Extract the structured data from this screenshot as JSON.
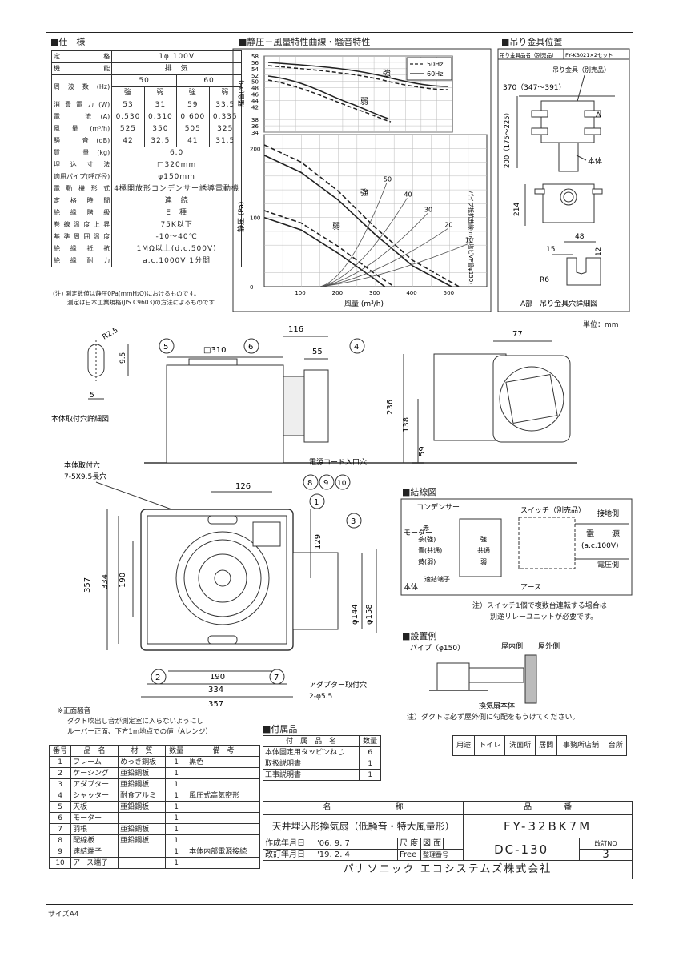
{
  "sections": {
    "spec": "■仕　様",
    "chart": "■静圧－風量特性曲線・騒音特性",
    "hanger": "■吊り金具位置",
    "wiring": "■結線図",
    "install": "■設置例",
    "accessories": "■付属品"
  },
  "spec_rows": [
    {
      "label": "定　　　格",
      "value": "1φ 100V"
    },
    {
      "label": "機　　　能",
      "value": "排　気"
    }
  ],
  "spec_freq": {
    "label": "周波数(Hz)",
    "f50": "50",
    "f60": "60"
  },
  "spec_speed": {
    "strong": "強",
    "weak": "弱"
  },
  "spec_multi": [
    {
      "label": "消費電力(W)",
      "v": [
        "53",
        "31",
        "59",
        "33.5"
      ]
    },
    {
      "label": "電　流(A)",
      "v": [
        "0.530",
        "0.310",
        "0.600",
        "0.335"
      ]
    },
    {
      "label": "風量(m³/h)",
      "v": [
        "525",
        "350",
        "505",
        "325"
      ]
    },
    {
      "label": "騒　音(dB)",
      "v": [
        "42",
        "32.5",
        "41",
        "31.5"
      ]
    }
  ],
  "spec_rows2": [
    {
      "label": "質　量(kg)",
      "value": "6.0"
    },
    {
      "label": "埋 込 寸 法",
      "value": "□320mm"
    },
    {
      "label": "適用パイプ(呼び径)",
      "value": "φ150mm"
    },
    {
      "label": "電動機形式",
      "value": "4極開放形コンデンサー誘導電動機"
    },
    {
      "label": "定格時間",
      "value": "連　続"
    },
    {
      "label": "絶縁階級",
      "value": "E　種"
    },
    {
      "label": "巻線温度上昇",
      "value": "75K以下"
    },
    {
      "label": "基準周囲温度",
      "value": "-10～40℃"
    },
    {
      "label": "絶縁抵抗",
      "value": "1MΩ以上(d.c.500V)"
    },
    {
      "label": "絶縁耐力",
      "value": "a.c.1000V 1分間"
    }
  ],
  "spec_note1": "(注) 測定数値は静圧0Pa(mmH₂O)におけるものです。",
  "spec_note2": "測定は日本工業規格(JIS C9603)の方法によるものです",
  "chart_data": {
    "type": "line",
    "title": "",
    "xlabel": "風量 (m³/h)",
    "ylabel": "静圧 (Pa)",
    "xlim": [
      0,
      600
    ],
    "ylim": [
      0,
      220
    ],
    "x_ticks": [
      "100",
      "200",
      "300",
      "400",
      "500"
    ],
    "y_ticks": [
      "0",
      "100",
      "200"
    ],
    "legend": [
      "50Hz",
      "60Hz"
    ],
    "series": [
      {
        "name": "50Hz",
        "label": "強",
        "x": [
          0,
          100,
          200,
          300,
          400,
          525
        ],
        "y": [
          205,
          180,
          138,
          85,
          38,
          0
        ]
      },
      {
        "name": "60Hz",
        "label": "強",
        "x": [
          0,
          100,
          200,
          300,
          400,
          505
        ],
        "y": [
          190,
          165,
          125,
          75,
          30,
          0
        ]
      },
      {
        "name": "50Hz",
        "label": "弱",
        "x": [
          0,
          100,
          200,
          300,
          350
        ],
        "y": [
          110,
          92,
          58,
          18,
          0
        ]
      },
      {
        "name": "60Hz",
        "label": "弱",
        "x": [
          0,
          100,
          200,
          300,
          325
        ],
        "y": [
          100,
          82,
          48,
          10,
          0
        ]
      }
    ],
    "noise": {
      "ylabel": "騒音(dB)",
      "y_ticks": [
        "34",
        "36",
        "38",
        "42",
        "44",
        "46",
        "48",
        "50",
        "52",
        "54",
        "56",
        "58"
      ],
      "strong_label": "強",
      "weak_label": "弱"
    },
    "pipe_label": "パイプ抵抗曲線(m) (塩ビVP管φ150)",
    "pipe_values": [
      "50",
      "40",
      "30",
      "20",
      "10"
    ]
  },
  "hanger": {
    "table_label": "吊り金具品名（別売品）",
    "table_value": "FY-KB021×2セット",
    "part_label": "吊り金具（別売品）",
    "dim1": "370（347～391）",
    "dim2": "200（175～225）",
    "body": "本体",
    "a_label": "A",
    "dim3": "214",
    "dim4": "48",
    "dim5": "15",
    "dim6": "12",
    "r6": "R6",
    "caption": "A部　吊り金具穴詳細図"
  },
  "unit": "単位：mm",
  "drawing": {
    "hole_caption": "本体取付穴詳細図",
    "r25": "R2.5",
    "d95": "9.5",
    "d5": "5",
    "d310": "□310",
    "d116": "116",
    "d55": "55",
    "d77": "77",
    "d236": "236",
    "d138": "138",
    "d59": "59",
    "hole_label1": "本体取付穴",
    "hole_label2": "7-5X9.5長穴",
    "cord": "電源コード入口穴",
    "d126": "126",
    "d129": "129",
    "d357": "357",
    "d334": "334",
    "d190": "190",
    "d144": "φ144",
    "d158": "φ158",
    "adapter1": "アダプター取付穴",
    "adapter2": "2-φ5.5",
    "callouts": [
      "5",
      "6",
      "4",
      "8",
      "9",
      "10",
      "1",
      "3",
      "2",
      "7"
    ]
  },
  "noise_note": [
    "※正面騒音",
    "ダクト吹出し音が測定室に入らないようにし",
    "ルーバー正面、下方1m地点での値（Aレンジ）"
  ],
  "wiring": {
    "condenser": "コンデンサー",
    "switch": "スイッチ（別売品）",
    "ground": "接地側",
    "power1": "電",
    "power2": "源",
    "power3": "(a.c.100V)",
    "voltage": "電圧側",
    "motor": "モーター",
    "red": "赤",
    "brown": "茶(強)",
    "blue": "青(共通)",
    "yellow": "黄(弱)",
    "strong": "強",
    "common": "共通",
    "weak": "弱",
    "body": "本体",
    "terminal": "速結端子",
    "earth": "アース",
    "note1": "注）スイッチ1個で複数台連転する場合は",
    "note2": "別途リレーユニットが必要です。"
  },
  "install": {
    "pipe": "パイプ（φ150）",
    "inside": "屋内側",
    "outside": "屋外側",
    "body": "換気扇本体",
    "note": "注）ダクトは必ず屋外側に勾配をもうけてください。"
  },
  "accessories": {
    "headers": [
      "付　属　品　名",
      "数量"
    ],
    "rows": [
      [
        "本体固定用タッピンねじ",
        "6"
      ],
      [
        "取扱説明書",
        "1"
      ],
      [
        "工事説明書",
        "1"
      ]
    ]
  },
  "usage": [
    "用途",
    "トイレ",
    "洗面所",
    "居間",
    "事務所店舗",
    "台所"
  ],
  "parts": {
    "headers": [
      "番号",
      "品　名",
      "材　質",
      "数量",
      "備　考"
    ],
    "rows": [
      [
        "1",
        "フレーム",
        "めっき鋼板",
        "1",
        "黒色"
      ],
      [
        "2",
        "ケーシング",
        "亜鉛鋼板",
        "1",
        ""
      ],
      [
        "3",
        "アダプター",
        "亜鉛鋼板",
        "1",
        ""
      ],
      [
        "4",
        "シャッター",
        "耐食アルミ",
        "1",
        "風圧式高気密形"
      ],
      [
        "5",
        "天板",
        "亜鉛鋼板",
        "1",
        ""
      ],
      [
        "6",
        "モーター",
        "",
        "1",
        ""
      ],
      [
        "7",
        "羽根",
        "亜鉛鋼板",
        "1",
        ""
      ],
      [
        "8",
        "配線板",
        "亜鉛鋼板",
        "1",
        ""
      ],
      [
        "9",
        "速結端子",
        "",
        "1",
        "本体内部電源接続"
      ],
      [
        "10",
        "アース端子",
        "",
        "1",
        ""
      ]
    ]
  },
  "titleblock": {
    "name_h": "名　　　　　　　　称",
    "num_h": "品　　　　番",
    "name": "天井埋込形換気扇（低騒音・特大風量形）",
    "model": "FY-32BK7M",
    "created_l": "作成年月日",
    "created": "'06. 9. 7",
    "revised_l": "改訂年月日",
    "revised": "'19. 2. 4",
    "scale_l": "尺 度",
    "scale": "Free",
    "fig_l": "図 面",
    "ctrl_l": "整理番号",
    "ctrl": "DC-130",
    "rev_l": "改訂NO",
    "rev": "3",
    "company": "パナソニック エコシステムズ株式会社"
  },
  "size": "サイズA4"
}
